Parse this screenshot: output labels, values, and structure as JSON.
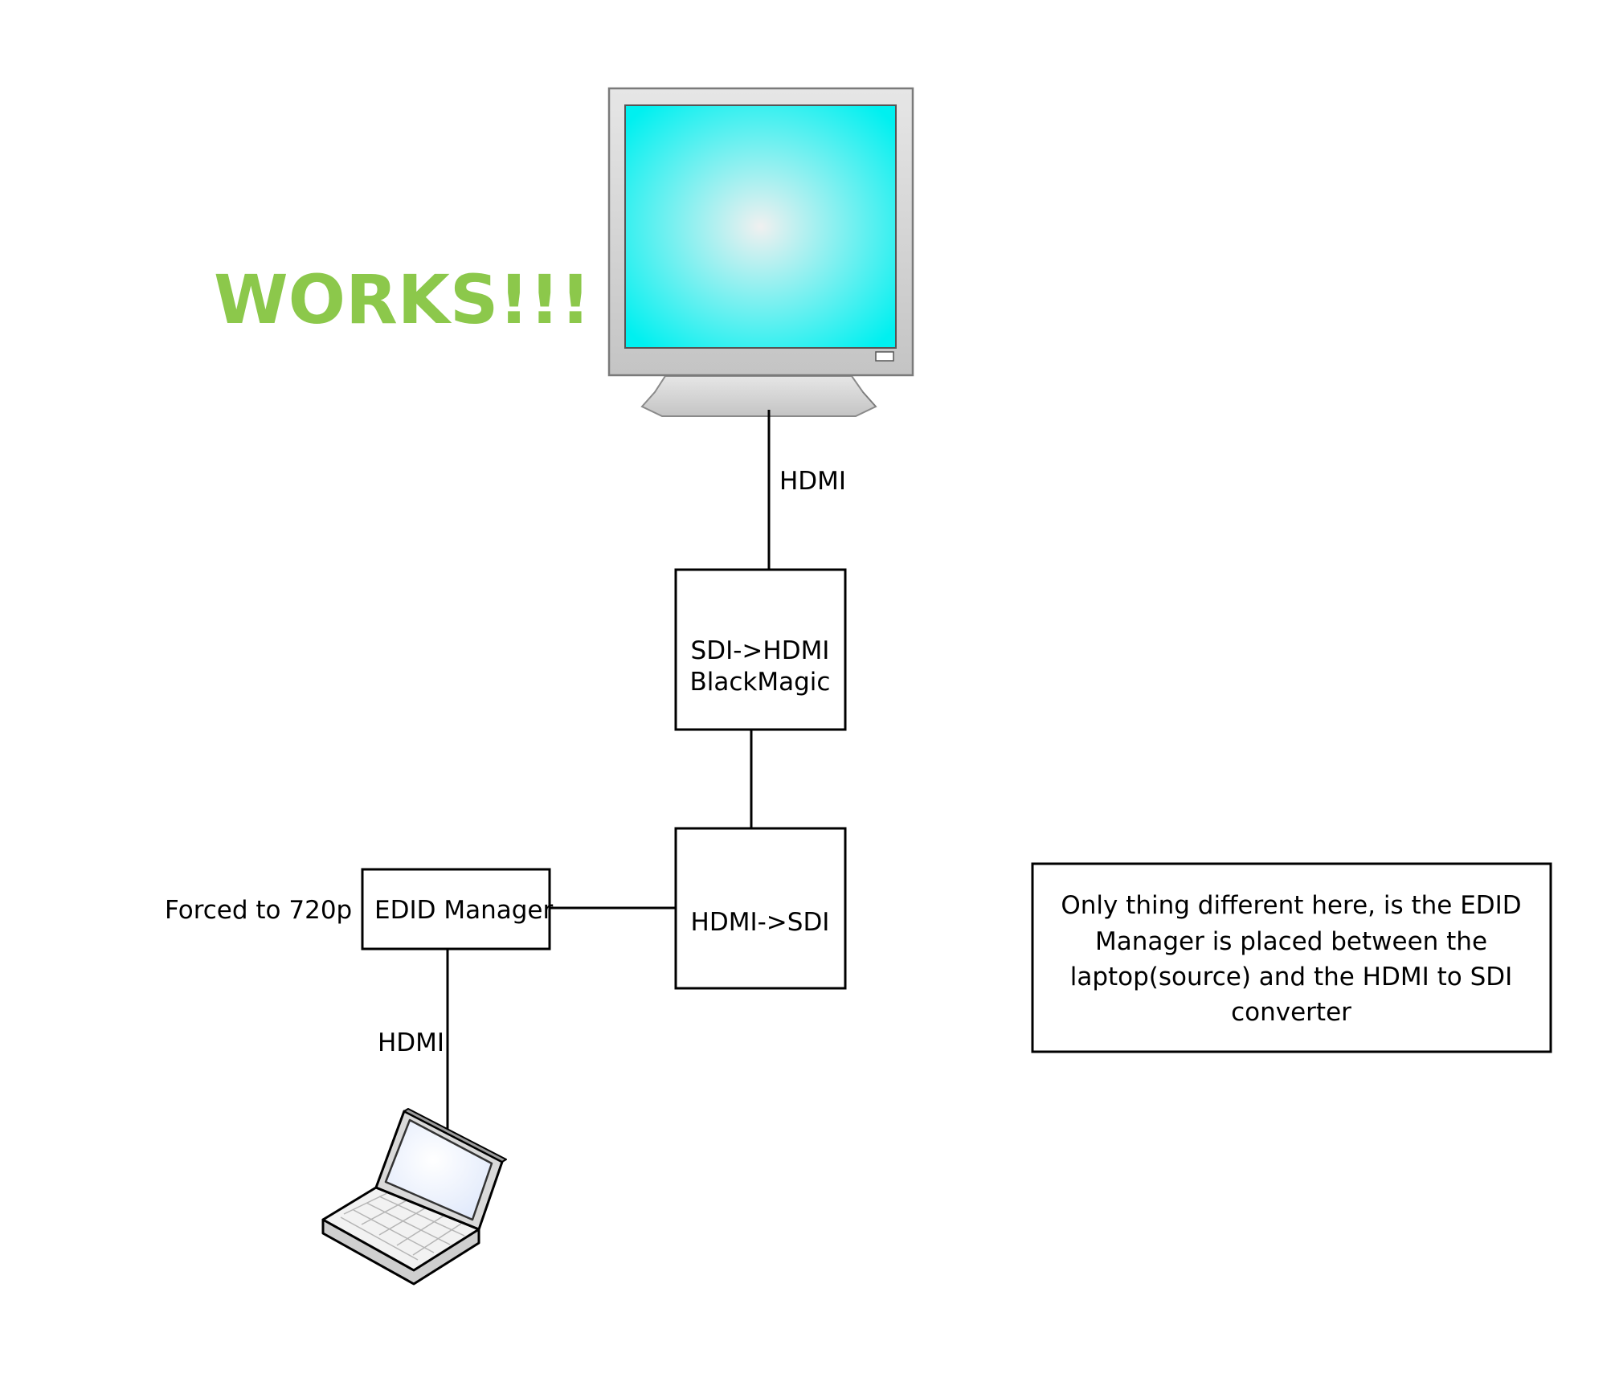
{
  "diagram": {
    "headline": "WORKS!!!",
    "colors": {
      "headline": "#8cc84b",
      "monitor_screen_center": "#f0f0f0",
      "monitor_screen_edge": "#00f0f0",
      "monitor_bezel": "#d4d4d4",
      "laptop_screen": "#dfe8fb"
    },
    "icons": {
      "monitor": "crt-monitor-icon",
      "laptop": "laptop-icon"
    },
    "nodes": {
      "sdi_to_hdmi": {
        "line1": "SDI->HDMI",
        "line2": "BlackMagic"
      },
      "hdmi_to_sdi": {
        "label": "HDMI->SDI"
      },
      "edid_manager": {
        "label": "EDID Manager",
        "side_note": "Forced to 720p"
      }
    },
    "connections": {
      "monitor_to_sdi_label": "HDMI",
      "laptop_to_edid_label": "HDMI"
    },
    "note": {
      "lines": [
        "Only thing different here, is the EDID",
        "Manager is placed between the",
        "laptop(source) and the HDMI to SDI",
        "converter"
      ]
    }
  }
}
